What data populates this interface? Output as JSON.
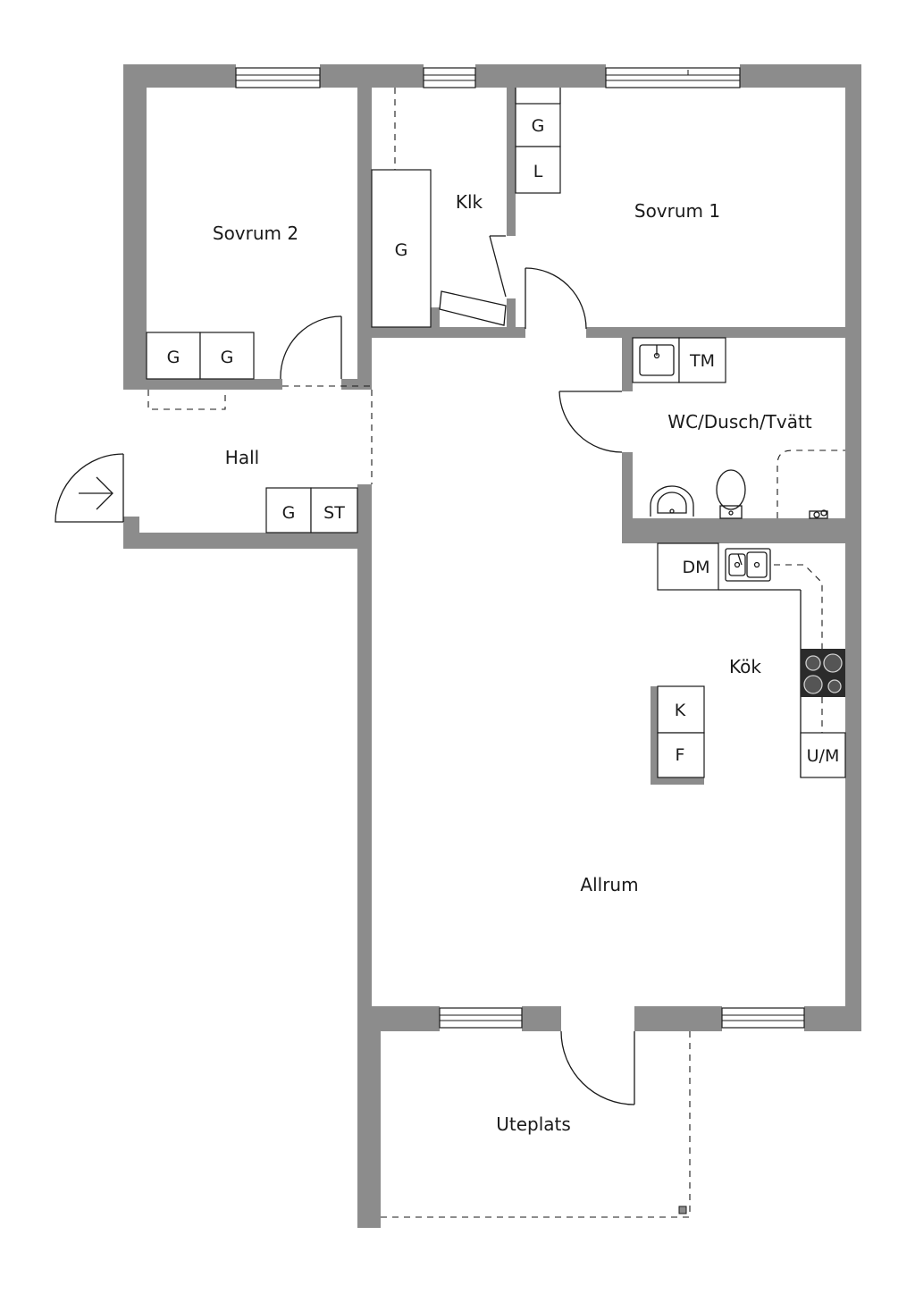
{
  "rooms": {
    "sovrum2": "Sovrum 2",
    "klk": "Klk",
    "sovrum1": "Sovrum 1",
    "hall": "Hall",
    "wc": "WC/Dusch/Tvätt",
    "kok": "Kök",
    "allrum": "Allrum",
    "uteplats": "Uteplats"
  },
  "fixtures": {
    "sov2_g1": "G",
    "sov2_g2": "G",
    "klk_g": "G",
    "sov1_g": "G",
    "sov1_l": "L",
    "hall_g": "G",
    "hall_st": "ST",
    "tm": "TM",
    "dm": "DM",
    "island_k": "K",
    "island_f": "F",
    "um": "U/M"
  },
  "colors": {
    "wall": "#8c8c8c",
    "line": "#1a1a1a",
    "background": "#ffffff"
  }
}
